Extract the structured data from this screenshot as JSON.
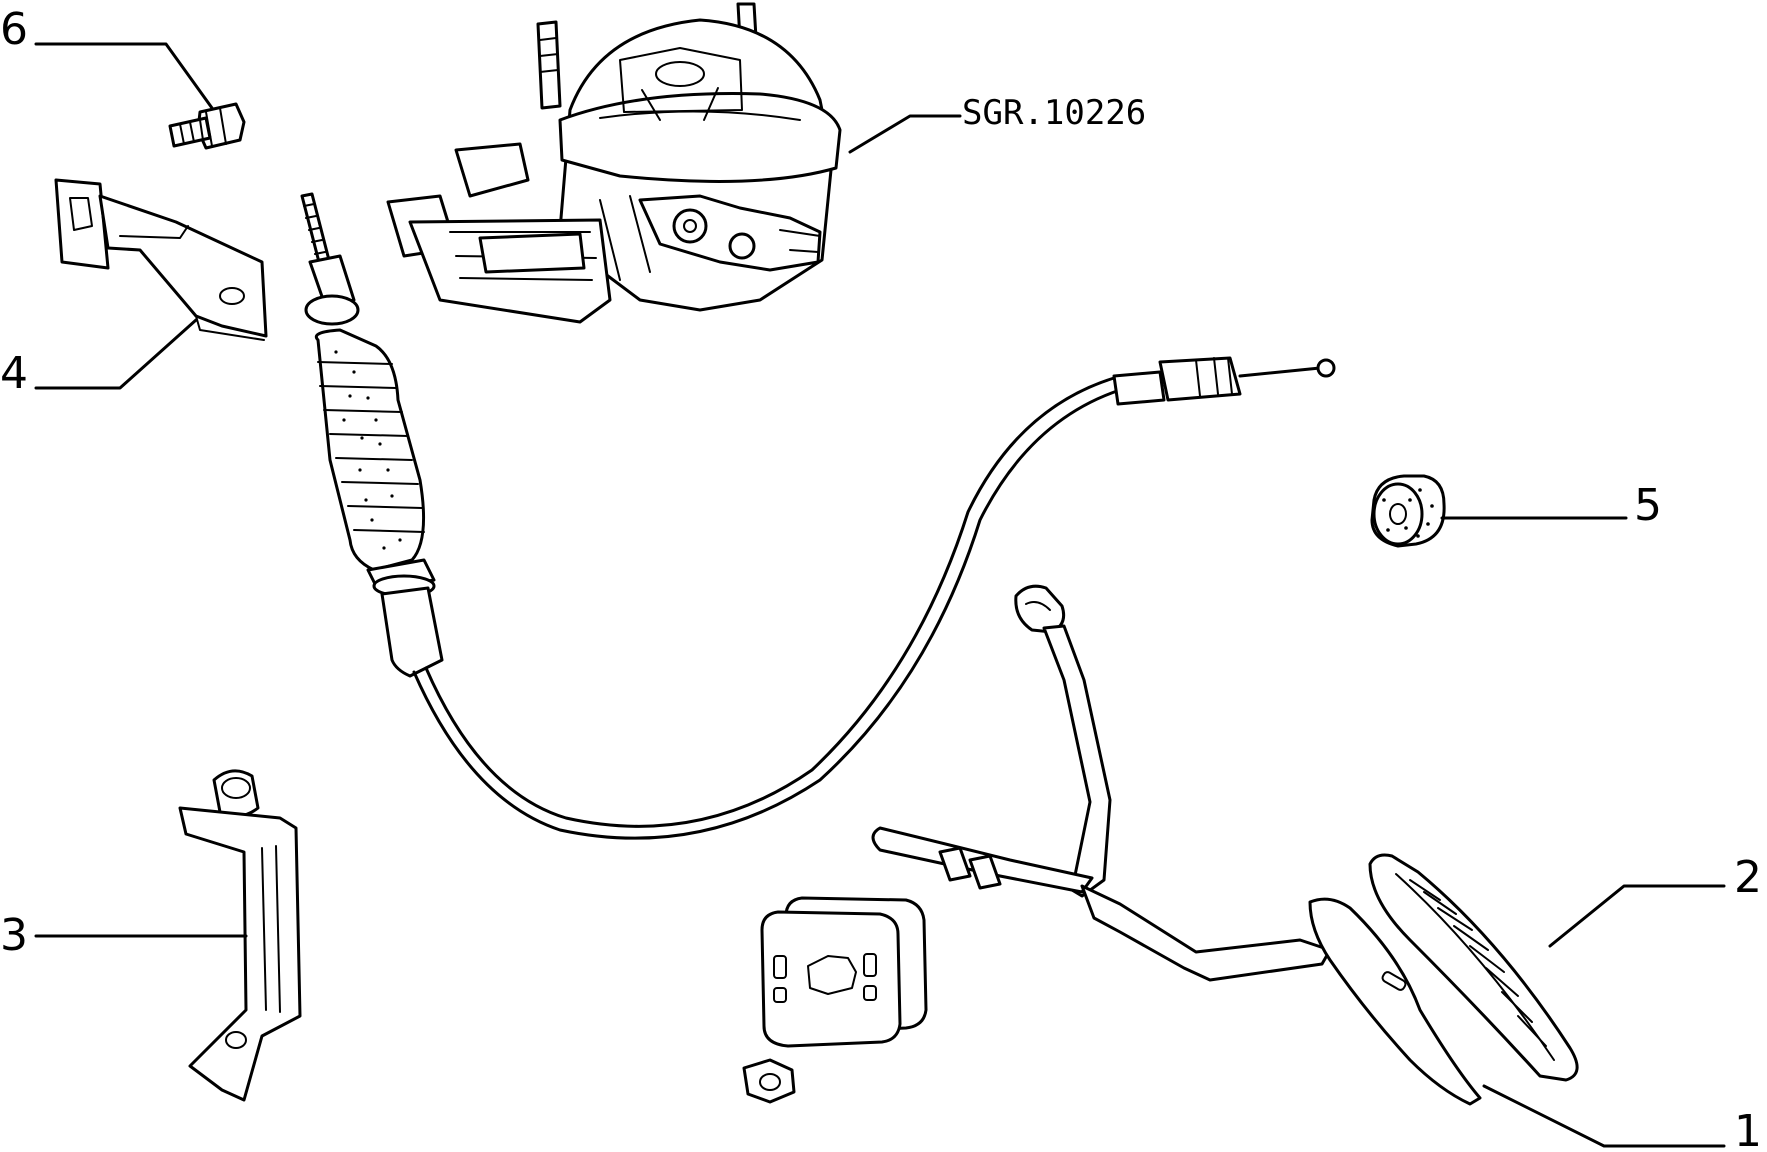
{
  "callouts": [
    {
      "id": "1",
      "label": "1"
    },
    {
      "id": "2",
      "label": "2"
    },
    {
      "id": "3",
      "label": "3"
    },
    {
      "id": "4",
      "label": "4"
    },
    {
      "id": "5",
      "label": "5"
    },
    {
      "id": "6",
      "label": "6"
    }
  ],
  "reference": "SGR.10226",
  "colors": {
    "ink": "#000000",
    "paper": "#ffffff"
  }
}
